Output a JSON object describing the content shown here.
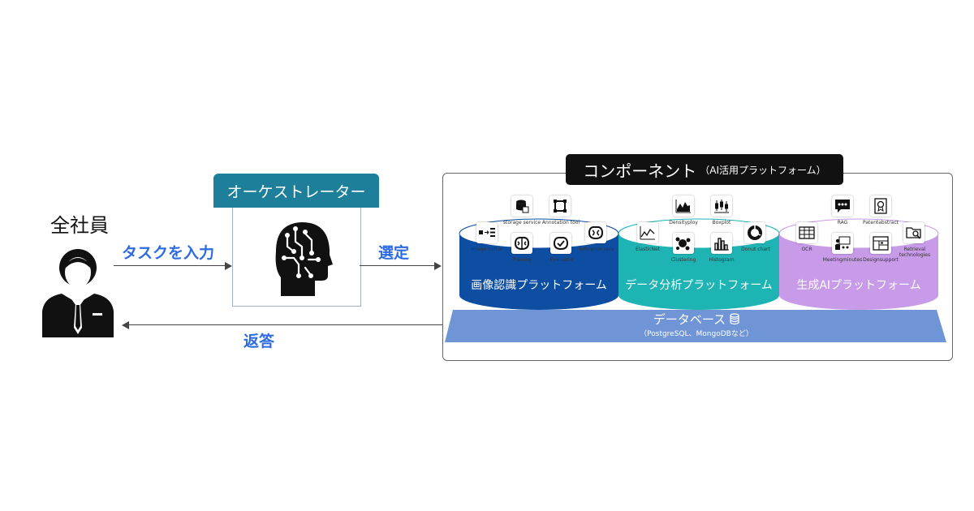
{
  "employee": {
    "label": "全社員",
    "icon": "businessman-icon"
  },
  "flow": {
    "task_input": "タスクを入力",
    "select": "選定",
    "response": "返答"
  },
  "orchestrator": {
    "title": "オーケストレーター",
    "icon": "ai-brain-head-icon"
  },
  "component": {
    "title_main": "コンポーネント",
    "title_sub": "（AI活用プラットフォーム）"
  },
  "platforms": [
    {
      "label": "画像認識プラットフォーム",
      "color": "#0d4ea3",
      "icons": [
        {
          "name": "storage service",
          "icon": "storage-service-icon"
        },
        {
          "name": "Annotation tool",
          "icon": "annotation-tool-icon"
        },
        {
          "name": "Image cutter",
          "icon": "image-cutter-icon"
        },
        {
          "name": "Training",
          "icon": "training-brain-icon"
        },
        {
          "name": "Evaluator",
          "icon": "evaluator-brain-icon"
        },
        {
          "name": "Inference serv",
          "icon": "inference-brain-icon"
        }
      ]
    },
    {
      "label": "データ分析プラットフォーム",
      "color": "#1fb4b4",
      "icons": [
        {
          "name": "Densityploy",
          "icon": "density-plot-icon"
        },
        {
          "name": "Boxplot",
          "icon": "boxplot-icon"
        },
        {
          "name": "ElasticNet",
          "icon": "elasticnet-icon"
        },
        {
          "name": "Clustering",
          "icon": "clustering-icon"
        },
        {
          "name": "Histogram",
          "icon": "histogram-icon"
        },
        {
          "name": "Donut chart",
          "icon": "donut-chart-icon"
        }
      ]
    },
    {
      "label": "生成AIプラットフォーム",
      "color": "#c79be8",
      "icons": [
        {
          "name": "RAG",
          "icon": "chat-bubble-icon"
        },
        {
          "name": "Patentabstract",
          "icon": "patent-certificate-icon"
        },
        {
          "name": "OCR",
          "icon": "ocr-table-icon"
        },
        {
          "name": "Meetingminutes",
          "icon": "meeting-icon"
        },
        {
          "name": "Designsupport",
          "icon": "design-support-icon"
        },
        {
          "name": "Retrieval technologies",
          "icon": "retrieval-folder-icon"
        }
      ]
    }
  ],
  "database": {
    "label": "データベース",
    "sub": "（PostgreSQL、MongoDBなど）",
    "color": "#6f95d6",
    "icon": "database-icon"
  }
}
